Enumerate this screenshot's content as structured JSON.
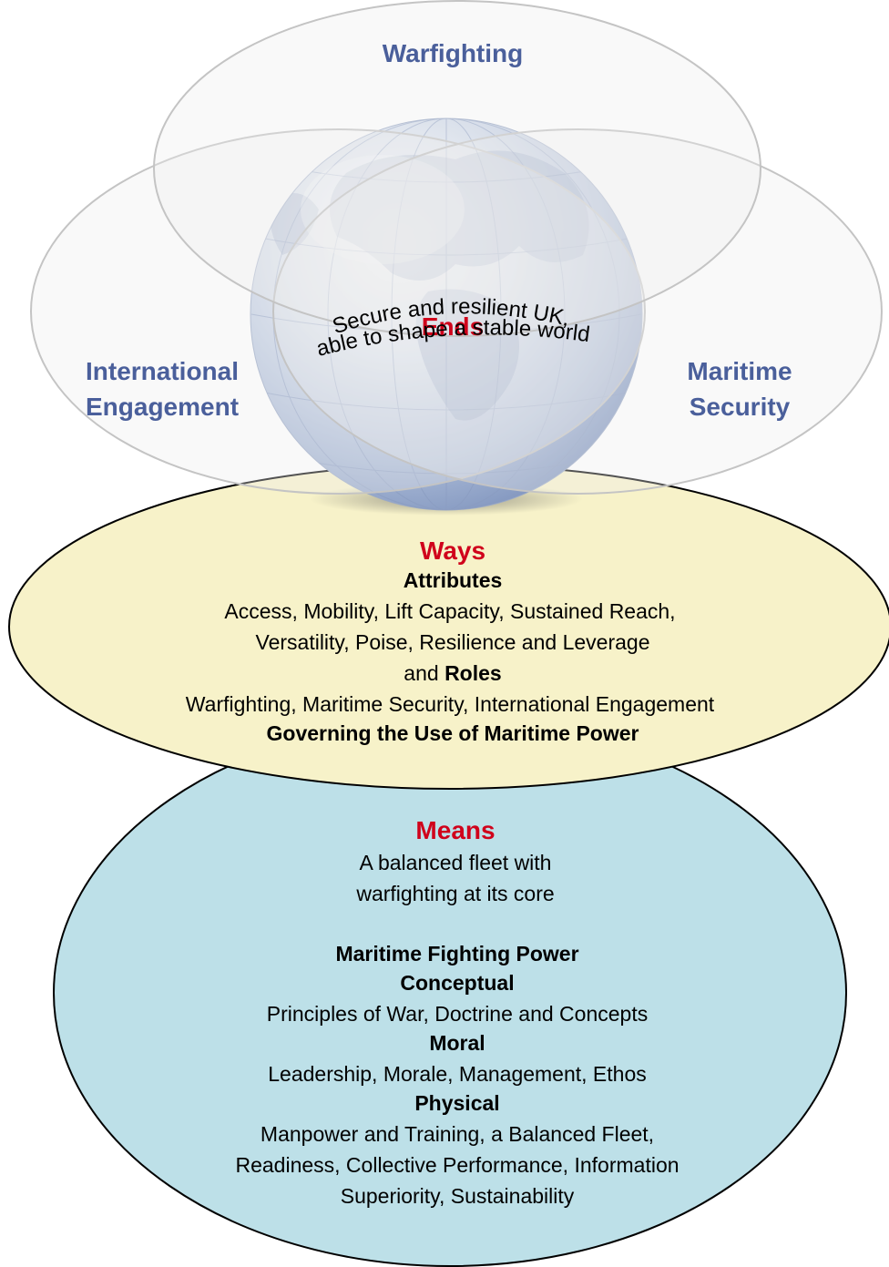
{
  "roles": {
    "top": "Warfighting",
    "left_line1": "International",
    "left_line2": "Engagement",
    "right_line1": "Maritime",
    "right_line2": "Security"
  },
  "ends": {
    "title": "Ends",
    "line1": "Secure and resilient UK,",
    "line2": "able to shape a stable world"
  },
  "ways": {
    "title": "Ways",
    "attributes_heading": "Attributes",
    "attributes_line1": "Access, Mobility, Lift Capacity, Sustained Reach,",
    "attributes_line2": "Versatility, Poise, Resilience and Leverage",
    "roles_prefix": "and ",
    "roles_heading": "Roles",
    "roles_line": "Warfighting, Maritime Security, International Engagement",
    "governing": "Governing the Use of Maritime Power"
  },
  "means": {
    "title": "Means",
    "line1": "A balanced fleet with",
    "line2": "warfighting at its core",
    "mfp_heading": "Maritime Fighting Power",
    "conceptual_heading": "Conceptual",
    "conceptual_text": "Principles of War, Doctrine and Concepts",
    "moral_heading": "Moral",
    "moral_text": "Leadership, Morale, Management, Ethos",
    "physical_heading": "Physical",
    "physical_line1": "Manpower and Training, a Balanced Fleet,",
    "physical_line2": "Readiness, Collective Performance, Information",
    "physical_line3": "Superiority, Sustainability"
  },
  "colors": {
    "role_label": "#4a5f9b",
    "heading_red": "#d0021b",
    "ways_fill": "#f7f2c9",
    "means_fill": "#bde0e8",
    "role_ellipse_fill": "#eeeeee",
    "role_ellipse_stroke": "#c4c4c4"
  }
}
